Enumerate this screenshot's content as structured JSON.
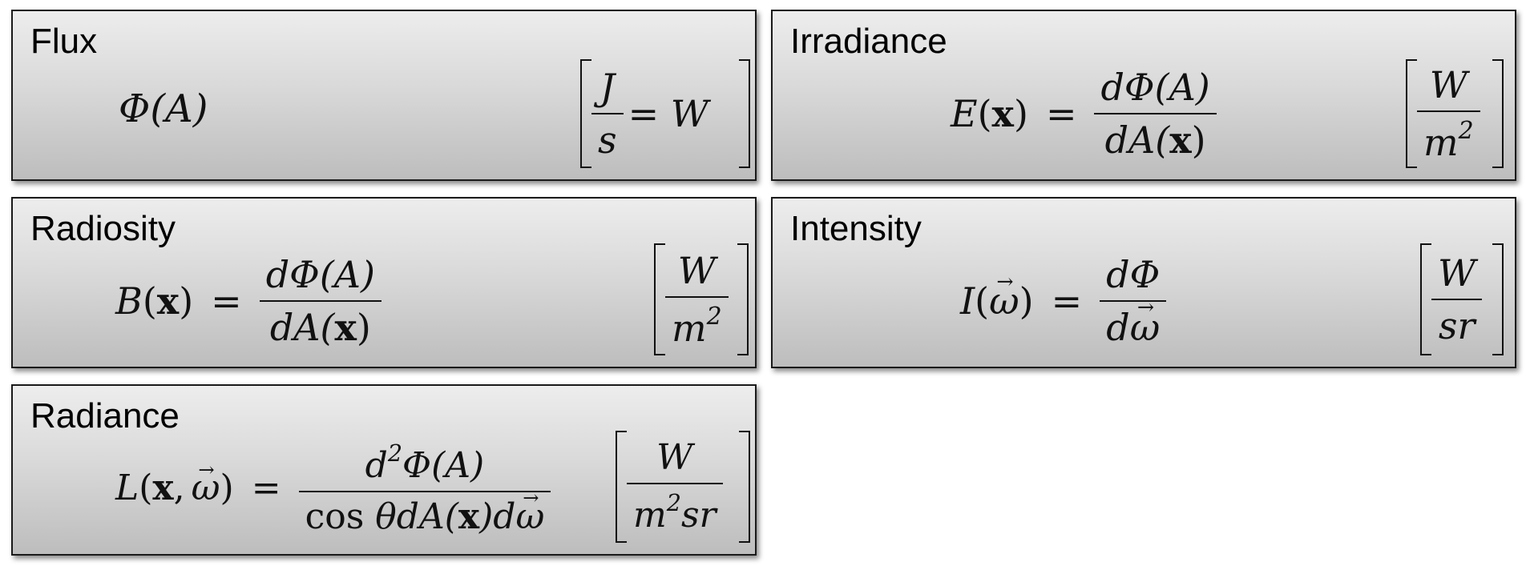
{
  "cards": {
    "flux": {
      "title": "Flux",
      "formula": {
        "lhs": "Φ(A)"
      },
      "units": {
        "num": "J",
        "den": "s",
        "rest": "= W"
      }
    },
    "irradiance": {
      "title": "Irradiance",
      "formula": {
        "lhs_sym": "E",
        "lhs_arg": "x",
        "num": "dΦ(A)",
        "den_pre": "dA(",
        "den_arg": "x",
        "den_post": ")"
      },
      "units": {
        "num": "W",
        "den_base": "m",
        "den_sup": "2"
      }
    },
    "radiosity": {
      "title": "Radiosity",
      "formula": {
        "lhs_sym": "B",
        "lhs_arg": "x",
        "num": "dΦ(A)",
        "den_pre": "dA(",
        "den_arg": "x",
        "den_post": ")"
      },
      "units": {
        "num": "W",
        "den_base": "m",
        "den_sup": "2"
      }
    },
    "intensity": {
      "title": "Intensity",
      "formula": {
        "lhs_sym": "I",
        "lhs_arg": "ω",
        "num": "dΦ",
        "den_pre": "d",
        "den_arg": "ω"
      },
      "units": {
        "num": "W",
        "den": "sr"
      }
    },
    "radiance": {
      "title": "Radiance",
      "formula": {
        "lhs_sym": "L",
        "lhs_arg1": "x",
        "lhs_arg2": "ω",
        "num_pre": "d",
        "num_sup": "2",
        "num_post": "Φ(A)",
        "den_cos": "cos",
        "den_theta": "θ",
        "den_pre": "dA(",
        "den_arg": "x",
        "den_post": ")d",
        "den_omega": "ω"
      },
      "units": {
        "num": "W",
        "den_base": "m",
        "den_sup": "2",
        "den_post": "sr"
      }
    }
  }
}
